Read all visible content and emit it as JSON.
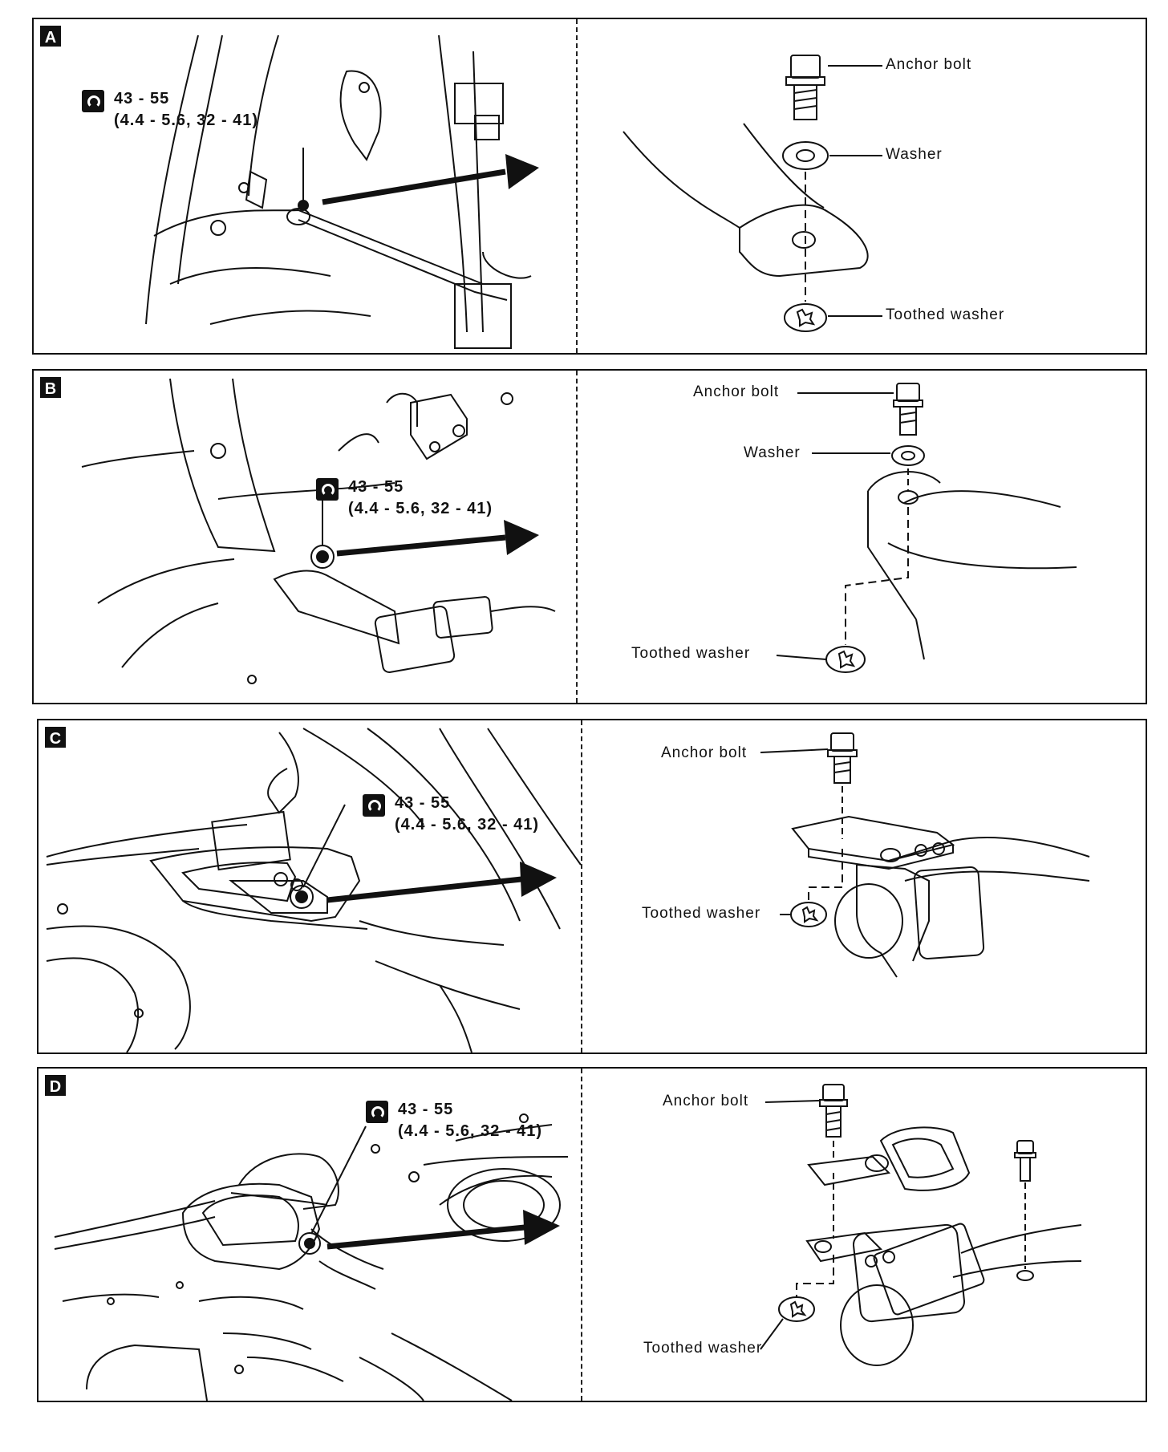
{
  "panels": [
    {
      "letter": "A",
      "torque_line1": "43 - 55",
      "torque_line2": "(4.4 - 5.6, 32 - 41)",
      "labels": {
        "anchor_bolt": "Anchor bolt",
        "washer": "Washer",
        "toothed_washer": "Toothed washer"
      }
    },
    {
      "letter": "B",
      "torque_line1": "43 - 55",
      "torque_line2": "(4.4 - 5.6, 32 - 41)",
      "labels": {
        "anchor_bolt": "Anchor bolt",
        "washer": "Washer",
        "toothed_washer": "Toothed washer"
      }
    },
    {
      "letter": "C",
      "torque_line1": "43 - 55",
      "torque_line2": "(4.4 - 5.6, 32 - 41)",
      "labels": {
        "anchor_bolt": "Anchor bolt",
        "toothed_washer": "Toothed washer"
      }
    },
    {
      "letter": "D",
      "torque_line1": "43 - 55",
      "torque_line2": "(4.4 - 5.6, 32 - 41)",
      "labels": {
        "anchor_bolt": "Anchor bolt",
        "toothed_washer": "Toothed washer"
      }
    }
  ]
}
